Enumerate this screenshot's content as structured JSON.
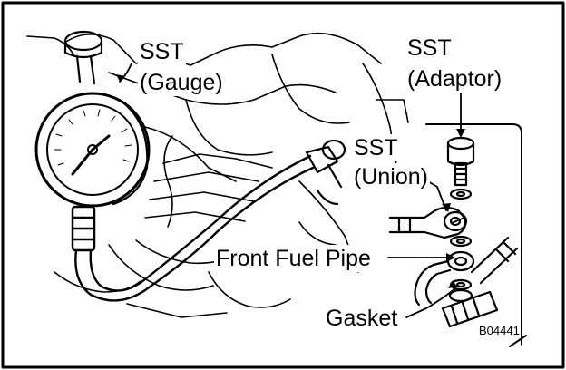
{
  "labels": {
    "sst_gauge_line1": "SST",
    "sst_gauge_line2": "(Gauge)",
    "sst_adaptor_line1": "SST",
    "sst_adaptor_line2": "(Adaptor)",
    "sst_union_line1": "SST",
    "sst_union_line2": "(Union)",
    "front_fuel_pipe": "Front Fuel Pipe",
    "gasket": "Gasket"
  },
  "figure_code": "B04441"
}
